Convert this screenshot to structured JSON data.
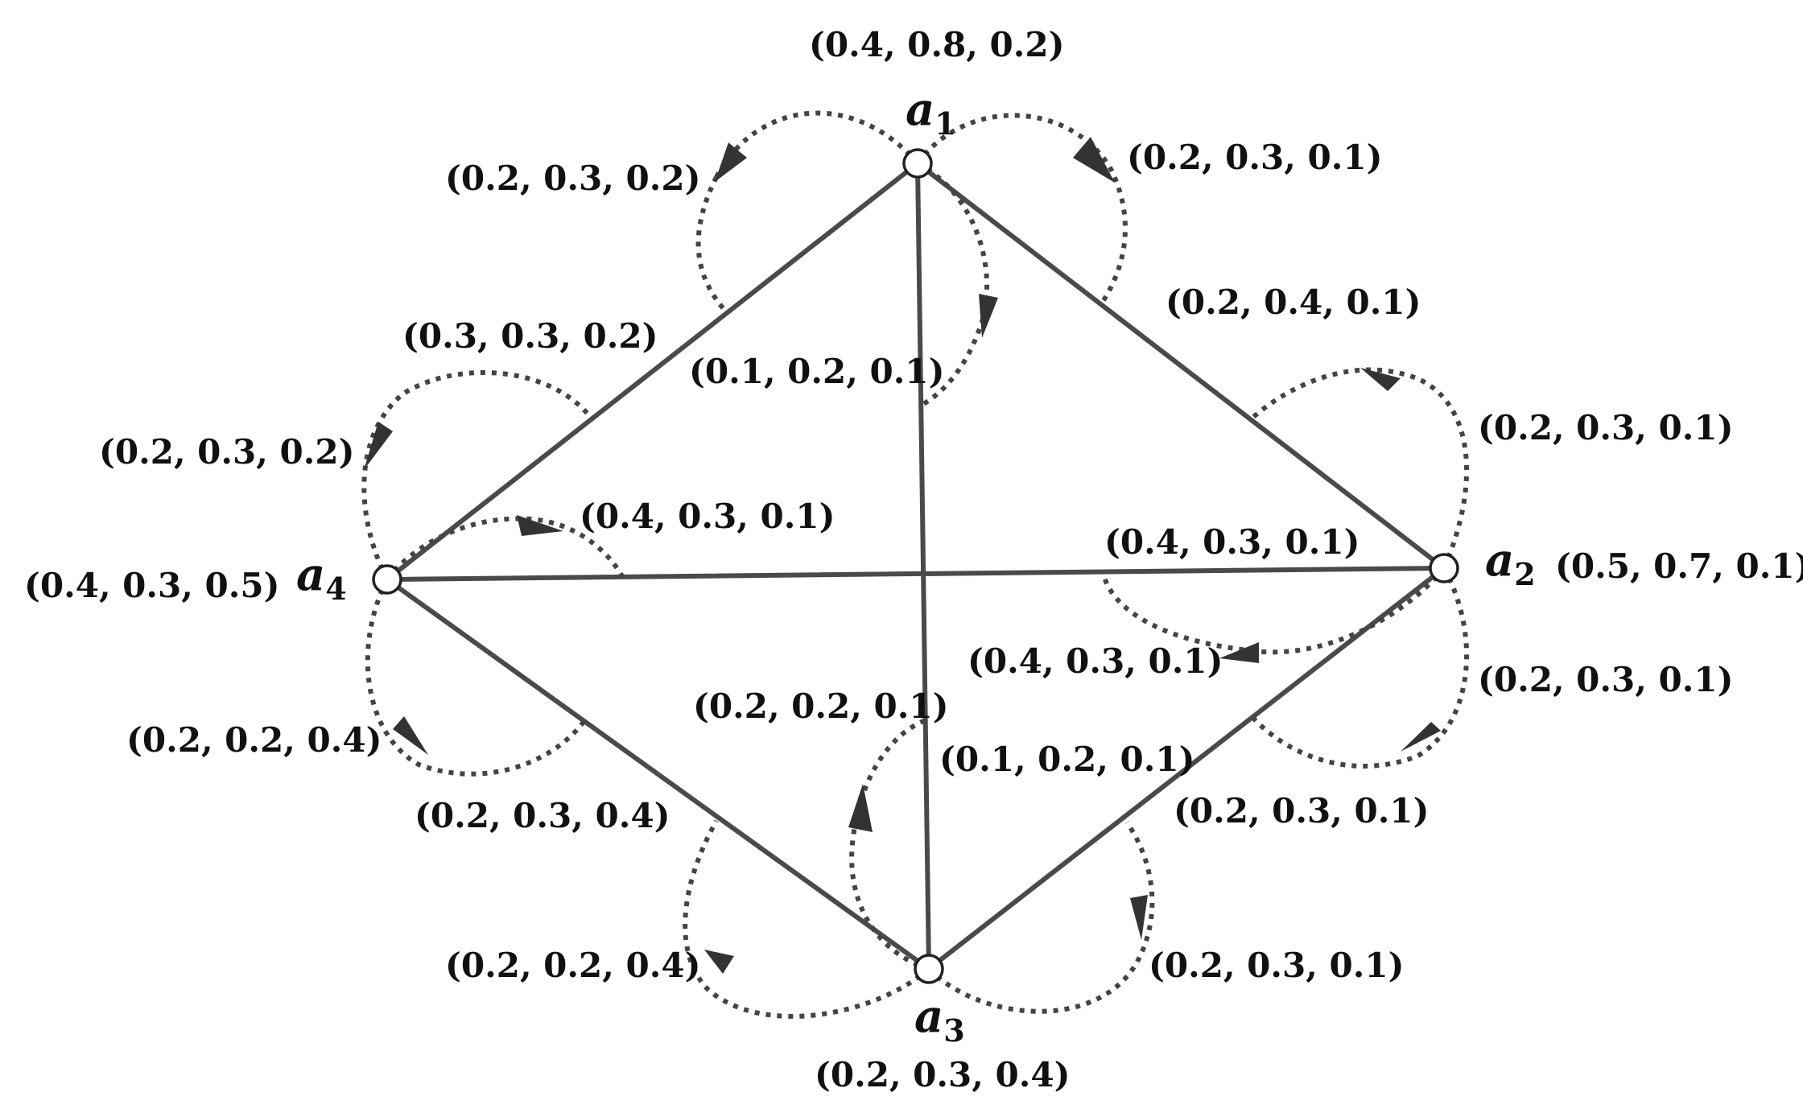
{
  "vertices": [
    {
      "id": "a1",
      "name": "a",
      "sub": "1",
      "value": "(0.4, 0.8, 0.2)"
    },
    {
      "id": "a2",
      "name": "a",
      "sub": "2",
      "value": "(0.5, 0.7, 0.1)"
    },
    {
      "id": "a3",
      "name": "a",
      "sub": "3",
      "value": "(0.2, 0.3, 0.4)"
    },
    {
      "id": "a4",
      "name": "a",
      "sub": "4",
      "value": "(0.4, 0.3, 0.5)"
    }
  ],
  "edges": [
    {
      "id": "a1-a2",
      "from": "a1",
      "to": "a2",
      "label": "(0.2, 0.4, 0.1)"
    },
    {
      "id": "a1-a3",
      "from": "a1",
      "to": "a3",
      "label": "(0.1, 0.2, 0.1)"
    },
    {
      "id": "a1-a4",
      "from": "a1",
      "to": "a4",
      "label": "(0.3, 0.3, 0.2)"
    },
    {
      "id": "a2-a3",
      "from": "a2",
      "to": "a3",
      "label": "(0.2, 0.3, 0.1)"
    },
    {
      "id": "a2-a4",
      "from": "a2",
      "to": "a4",
      "label": "(0.4, 0.3, 0.1)"
    },
    {
      "id": "a3-a4",
      "from": "a3",
      "to": "a4",
      "label": "(0.2, 0.3, 0.4)"
    }
  ],
  "arcs": [
    {
      "id": "arc-a1-left",
      "at": "a1",
      "label": "(0.2, 0.3, 0.2)"
    },
    {
      "id": "arc-a1-right",
      "at": "a1",
      "label": "(0.2, 0.3, 0.1)"
    },
    {
      "id": "arc-a1-down",
      "at": "a1",
      "label": "(0.1, 0.2, 0.1)"
    },
    {
      "id": "arc-a2-upper",
      "at": "a2",
      "label": "(0.2, 0.3, 0.1)"
    },
    {
      "id": "arc-a2-lower",
      "at": "a2",
      "label": "(0.2, 0.3, 0.1)"
    },
    {
      "id": "arc-a2-inner",
      "at": "a2",
      "label": "(0.4, 0.3, 0.1)"
    },
    {
      "id": "arc-a3-left",
      "at": "a3",
      "label": "(0.2, 0.2, 0.4)"
    },
    {
      "id": "arc-a3-right",
      "at": "a3",
      "label": "(0.2, 0.3, 0.1)"
    },
    {
      "id": "arc-a3-up",
      "at": "a3",
      "label": "(0.2, 0.2, 0.1)"
    },
    {
      "id": "arc-a4-upper",
      "at": "a4",
      "label": "(0.2, 0.3, 0.2)"
    },
    {
      "id": "arc-a4-lower",
      "at": "a4",
      "label": "(0.2, 0.2, 0.4)"
    },
    {
      "id": "arc-a4-inner",
      "at": "a4",
      "label": "(0.4, 0.3, 0.1)"
    }
  ]
}
